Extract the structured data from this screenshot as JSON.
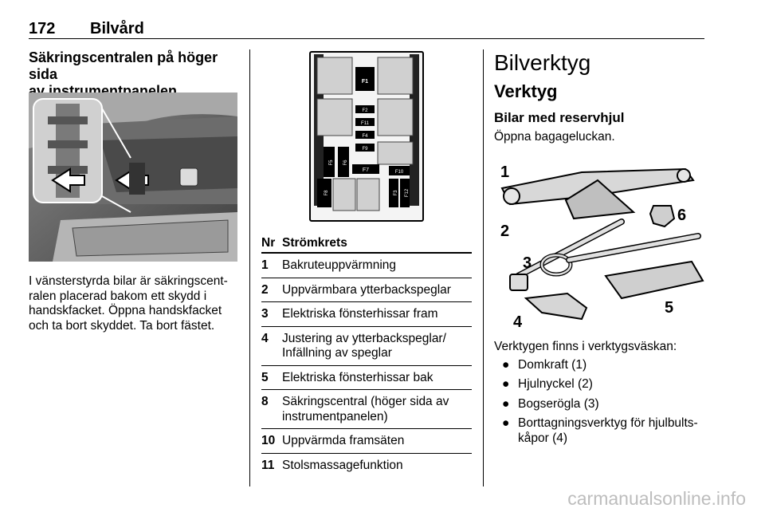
{
  "header": {
    "page_number": "172",
    "chapter": "Bilvård"
  },
  "left": {
    "heading": [
      "Säkringscentralen på höger sida",
      "av instrumentpanelen"
    ],
    "body": [
      "I vänsterstyrda bilar är säkringscent-",
      "ralen placerad bakom ett skydd i",
      "handskfacket. Öppna handskfacket",
      "och ta bort skyddet. Ta bort fästet."
    ]
  },
  "fuse_labels": [
    "F1",
    "F2",
    "F11",
    "F4",
    "F9",
    "F5",
    "F6",
    "F7",
    "F10",
    "F8",
    "F3",
    "F12"
  ],
  "table": {
    "col_nr": "Nr",
    "col_circuit": "Strömkrets",
    "rows": [
      {
        "nr": "1",
        "text": [
          "Bakruteuppvärmning"
        ]
      },
      {
        "nr": "2",
        "text": [
          "Uppvärmbara ytterbackspeglar"
        ]
      },
      {
        "nr": "3",
        "text": [
          "Elektriska fönsterhissar fram"
        ]
      },
      {
        "nr": "4",
        "text": [
          "Justering av ytterbackspeglar/",
          "Infällning av speglar"
        ]
      },
      {
        "nr": "5",
        "text": [
          "Elektriska fönsterhissar bak"
        ]
      },
      {
        "nr": "8",
        "text": [
          "Säkringscentral (höger sida av",
          "instrumentpanelen)"
        ]
      },
      {
        "nr": "10",
        "text": [
          "Uppvärmda framsäten"
        ]
      },
      {
        "nr": "11",
        "text": [
          "Stolsmassagefunktion"
        ]
      }
    ]
  },
  "right": {
    "title": "Bilverktyg",
    "subtitle": "Verktyg",
    "section": "Bilar med reservhjul",
    "intro": "Öppna bagageluckan.",
    "tool_numbers": [
      "1",
      "2",
      "3",
      "4",
      "5",
      "6"
    ],
    "list_intro": "Verktygen finns i verktygsväskan:",
    "bullet": "●",
    "items": [
      [
        "Domkraft (1)"
      ],
      [
        "Hjulnyckel (2)"
      ],
      [
        "Bogserögla (3)"
      ],
      [
        "Borttagningsverktyg för hjulbults-",
        "kåpor (4)"
      ]
    ]
  },
  "watermark": "carmanualsonline.info"
}
